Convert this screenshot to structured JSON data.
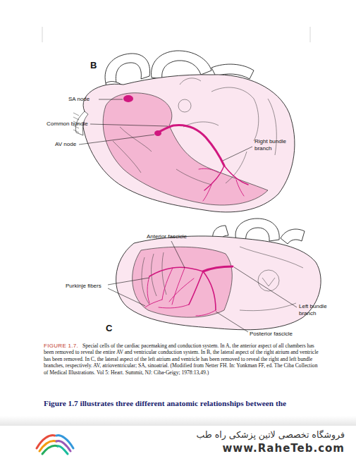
{
  "diagram": {
    "caption": "Special cells of the cardiac pacemaking and conduction system. In A, the anterior aspect of all chambers has been removed to reveal the entire AV and ventricular conduction system. In B, the lateral aspect of the right atrium and ventricle has been removed. In C, the lateral aspect of the left atrium and ventricle has been removed to reveal the right and left bundle branches, respectively. AV, atrioventricular; SA, sinoatrial. (Modified from Netter FH. In: Yonkman FF, ed. The Ciba Collection of Medical Illustrations. Vol 5: Heart. Summit, NJ: Ciba-Geigy; 1978:13,49.)",
    "labels": [
      "B",
      "SA node",
      "Common bundle",
      "AV node",
      "Right bundle branch",
      "Anterior fascicle",
      "Purkinje fibers",
      "Left bundle branch",
      "Posterior fascicle",
      "C",
      "FIGURE 1.7.",
      "Figure 1.7 illustrates three different anatomic relationships between the",
      "فروشگاه تخصصی لاتین پزشکی راه طب",
      "www.RaheTeb.com"
    ]
  }
}
